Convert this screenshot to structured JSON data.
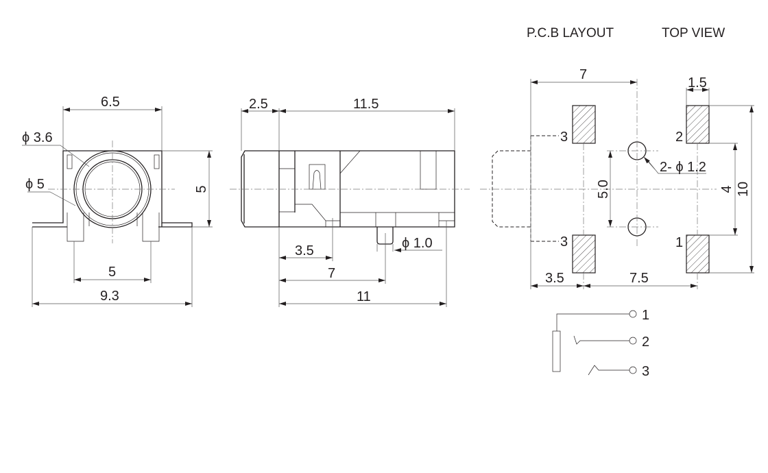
{
  "title": {
    "pcb_layout": "P.C.B LAYOUT",
    "top_view": "TOP VIEW"
  },
  "front_view": {
    "width": "6.5",
    "inner_dia": "ϕ 3.6",
    "outer_dia": "ϕ 5",
    "height": "5",
    "pin_pitch": "5",
    "total_width": "9.3"
  },
  "side_view": {
    "nose": "2.5",
    "body": "11.5",
    "pin_a": "3.5",
    "pin_b": "7",
    "pin_c": "11",
    "pin_dia": "ϕ 1.0"
  },
  "pcb": {
    "top_width": "7",
    "pad_width": "1.5",
    "hole_spacing": "5.0",
    "holes": "2- ϕ 1.2",
    "pad_gap": "4",
    "pad_span": "10",
    "left_offset": "3.5",
    "pad_pitch": "7.5",
    "pad_labels": [
      "3",
      "3",
      "2",
      "1"
    ]
  },
  "schematic": {
    "pins": [
      "1",
      "2",
      "3"
    ]
  },
  "colors": {
    "ink": "#231f20"
  }
}
